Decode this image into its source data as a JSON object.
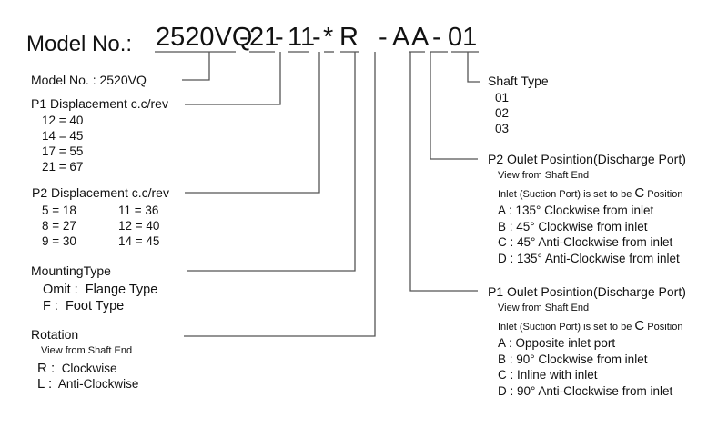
{
  "header": {
    "label": "Model No.:",
    "code": {
      "series": "2520VQ",
      "sep1": "-",
      "p1": "21",
      "sep2": "-",
      "p2": "11",
      "sep3": "-",
      "mount": "*",
      "rotation": "R",
      "sep4": "-",
      "p1_outlet": "A",
      "p2_outlet": "A",
      "sep5": "-",
      "shaft": "01"
    }
  },
  "model": {
    "label": "Model No. : 2520VQ"
  },
  "p1_displacement": {
    "title": "P1 Displacement c.c/rev",
    "items": [
      "12 = 40",
      "14 = 45",
      "17 = 55",
      "21 = 67"
    ]
  },
  "p2_displacement": {
    "title": "P2 Displacement c.c/rev",
    "col1": [
      "5 = 18",
      "8 = 27",
      "9 = 30"
    ],
    "col2": [
      "11 = 36",
      "12 = 40",
      "14 = 45"
    ]
  },
  "mounting": {
    "title": "MountingType",
    "items": [
      {
        "code": "Omit :",
        "desc": "Flange Type"
      },
      {
        "code": "F :",
        "desc": "Foot Type"
      }
    ]
  },
  "rotation": {
    "title": "Rotation",
    "note": "View from Shaft End",
    "items": [
      {
        "code": "R :",
        "desc": "Clockwise"
      },
      {
        "code": "L :",
        "desc": "Anti-Clockwise"
      }
    ]
  },
  "shaft": {
    "title": "Shaft Type",
    "items": [
      "01",
      "02",
      "03"
    ]
  },
  "p2_outlet": {
    "title": "P2 Oulet Posintion(Discharge Port)",
    "note1": "View from Shaft End",
    "note2_pre": "Inlet (Suction Port) is set to be ",
    "note2_c": "C",
    "note2_post": " Position",
    "items": [
      "A : 135°  Clockwise from inlet",
      "B : 45°  Clockwise from inlet",
      "C : 45°  Anti-Clockwise from inlet",
      "D : 135°  Anti-Clockwise from inlet"
    ]
  },
  "p1_outlet": {
    "title": "P1 Oulet Posintion(Discharge Port)",
    "note1": "View from Shaft End",
    "note2_pre": "Inlet (Suction Port) is set to be ",
    "note2_c": "C",
    "note2_post": " Position",
    "items": [
      "A : Opposite inlet port",
      "B : 90°  Clockwise from inlet",
      "C : Inline with inlet",
      "D : 90°  Anti-Clockwise from inlet"
    ]
  }
}
